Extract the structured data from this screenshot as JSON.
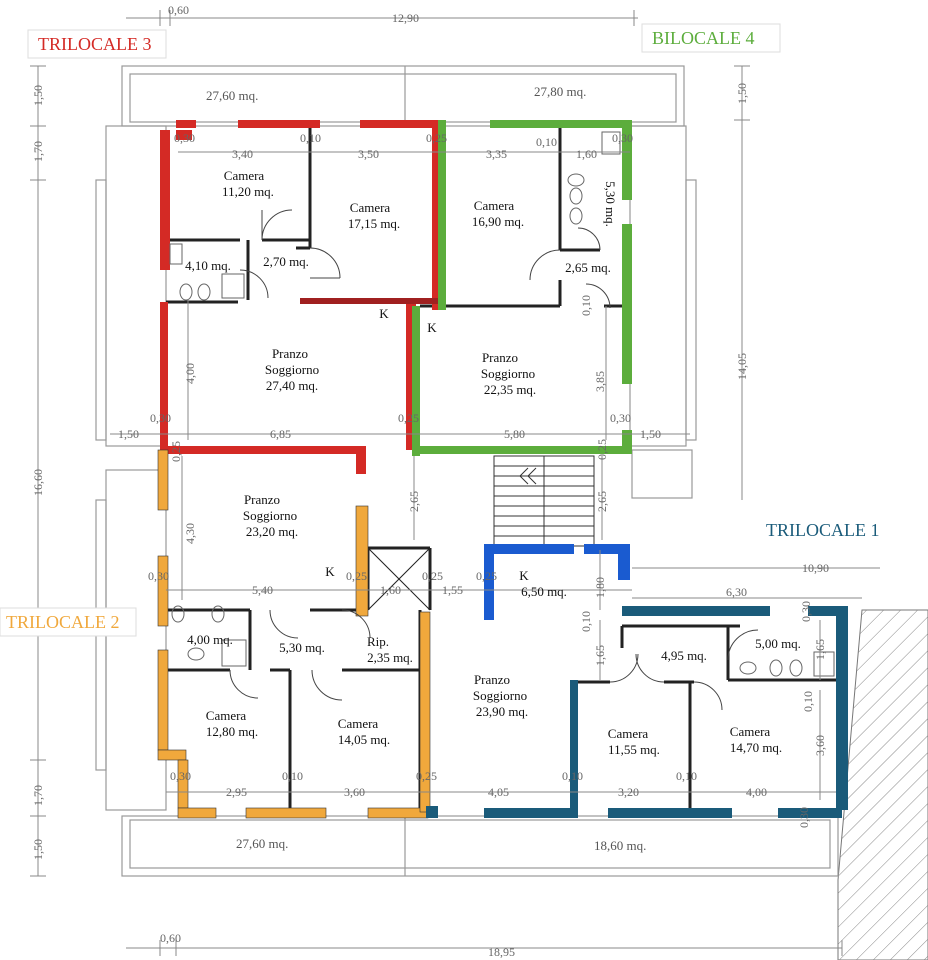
{
  "units": [
    {
      "id": "trilocale3",
      "name": "TRILOCALE 3",
      "color": "#d42a25"
    },
    {
      "id": "bilocale4",
      "name": "BILOCALE 4",
      "color": "#5cad3c"
    },
    {
      "id": "trilocale1",
      "name": "TRILOCALE 1",
      "color": "#1a5b7a"
    },
    {
      "id": "trilocale2",
      "name": "TRILOCALE 2",
      "color": "#f0a83c"
    }
  ],
  "blue_accent": "#1a5bd0",
  "rooms": [
    {
      "name": "Camera",
      "area": "11,20 mq."
    },
    {
      "name": "Camera",
      "area": "17,15 mq."
    },
    {
      "name": "Camera",
      "area": "16,90 mq."
    },
    {
      "name": "",
      "area": "4,10 mq."
    },
    {
      "name": "",
      "area": "2,70 mq."
    },
    {
      "name": "",
      "area": "2,65 mq."
    },
    {
      "name": "",
      "area": "5,30 mq."
    },
    {
      "name": "Pranzo Soggiorno",
      "area": "27,40 mq."
    },
    {
      "name": "Pranzo Soggiorno",
      "area": "22,35 mq."
    },
    {
      "name": "Pranzo Soggiorno",
      "area": "23,20 mq."
    },
    {
      "name": "K",
      "area": "6,50 mq."
    },
    {
      "name": "",
      "area": "4,00 mq."
    },
    {
      "name": "",
      "area": "5,30 mq."
    },
    {
      "name": "Rip.",
      "area": "2,35 mq."
    },
    {
      "name": "Pranzo Soggiorno",
      "area": "23,90 mq."
    },
    {
      "name": "",
      "area": "4,95 mq."
    },
    {
      "name": "",
      "area": "5,00 mq."
    },
    {
      "name": "Camera",
      "area": "12,80 mq."
    },
    {
      "name": "Camera",
      "area": "14,05 mq."
    },
    {
      "name": "Camera",
      "area": "11,55 mq."
    },
    {
      "name": "Camera",
      "area": "14,70 mq."
    }
  ],
  "kitchen_marks": [
    "K",
    "K",
    "K"
  ],
  "terraces": [
    "27,60 mq.",
    "27,80 mq.",
    "27,60 mq.",
    "18,60 mq."
  ],
  "dims": {
    "top": [
      "0,60",
      "12,90"
    ],
    "bottom": [
      "0,60",
      "18,95"
    ],
    "left": [
      "1,50",
      "1,70",
      "16,60",
      "1,70",
      "1,50"
    ],
    "right": [
      "1,50",
      "14,05"
    ],
    "right_lower": [
      "10,90",
      "6,30"
    ],
    "row1": [
      "0,30",
      "3,40",
      "0,10",
      "3,50",
      "0,25",
      "3,35",
      "0,10",
      "1,60",
      "0,30"
    ],
    "vert1": [
      "5,30",
      "0,10",
      "3,85",
      "4,00"
    ],
    "mid": [
      "1,50",
      "0,30",
      "6,85",
      "0,25",
      "5,80",
      "0,30",
      "1,50"
    ],
    "stair": [
      "0,25",
      "2,65",
      "2,65",
      "4,30",
      "0,25"
    ],
    "row2": [
      "0,30",
      "5,40",
      "0,25",
      "1,60",
      "0,25",
      "1,55",
      "0,25",
      "1,80"
    ],
    "row3": [
      "0,10",
      "1,65",
      "0,30",
      "1,65",
      "0,10",
      "3,60"
    ],
    "bot": [
      "0,30",
      "2,95",
      "0,10",
      "3,60",
      "0,25",
      "4,05",
      "0,10",
      "3,20",
      "0,10",
      "4,00",
      "0,30"
    ]
  }
}
